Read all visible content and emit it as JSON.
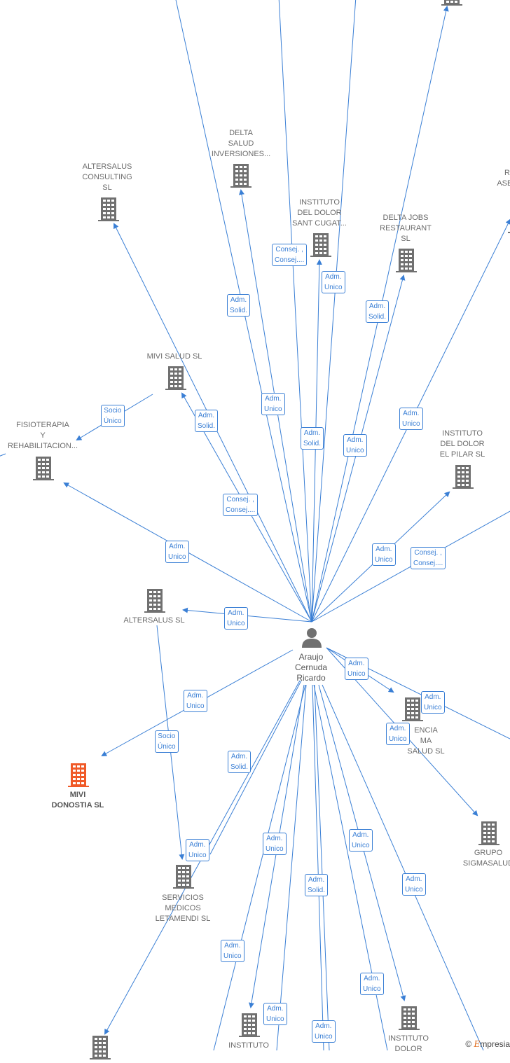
{
  "center": {
    "name": "Araujo\nCernuda\nRicardo"
  },
  "colors": {
    "edge": "#3a7fd5",
    "company": "#707070",
    "highlight": "#f05a28"
  },
  "nodes": [
    {
      "id": "delta-salud",
      "label": "DELTA\nSALUD\nINVERSIONES..."
    },
    {
      "id": "altersalus-consulting",
      "label": "ALTERSALUS\nCONSULTING\nSL"
    },
    {
      "id": "instituto-sant-cugat",
      "label": "INSTITUTO\nDEL DOLOR\nSANT CUGAT..."
    },
    {
      "id": "delta-jobs",
      "label": "DELTA JOBS\nRESTAURANT\nSL"
    },
    {
      "id": "r-ases",
      "label": "R\nASES"
    },
    {
      "id": "mivi-salud",
      "label": "MIVI SALUD  SL"
    },
    {
      "id": "fisioterapia",
      "label": "FISIOTERAPIA\nY\nREHABILITACION..."
    },
    {
      "id": "instituto-pilar",
      "label": "INSTITUTO\nDEL DOLOR\nEL PILAR  SL"
    },
    {
      "id": "altersalus-sl",
      "label": "ALTERSALUS SL"
    },
    {
      "id": "mivi-donostia",
      "label": "MIVI\nDONOSTIA  SL"
    },
    {
      "id": "encia-salud",
      "label": "ENCIA\nMA\nSALUD SL"
    },
    {
      "id": "grupo-sigmasalud",
      "label": "GRUPO\nSIGMASALUD"
    },
    {
      "id": "servicios-medicos",
      "label": "SERVICIOS\nMEDICOS\nLETAMENDI SL"
    },
    {
      "id": "instituto-bottom-left",
      "label": "INSTITUTO"
    },
    {
      "id": "instituto-bottom-right",
      "label": "INSTITUTO\nDOLOR"
    },
    {
      "id": "top-right",
      "label": ""
    },
    {
      "id": "bottom-far-left",
      "label": ""
    }
  ],
  "edge_labels": [
    {
      "id": "e1",
      "l1": "Consej. ,",
      "l2": "Consej...."
    },
    {
      "id": "e2",
      "l1": "Adm.",
      "l2": "Unico"
    },
    {
      "id": "e3",
      "l1": "Adm.",
      "l2": "Solid."
    },
    {
      "id": "e4",
      "l1": "Adm.",
      "l2": "Solid."
    },
    {
      "id": "e5",
      "l1": "Socio",
      "l2": "Único"
    },
    {
      "id": "e6",
      "l1": "Adm.",
      "l2": "Solid."
    },
    {
      "id": "e7",
      "l1": "Adm.",
      "l2": "Unico"
    },
    {
      "id": "e8",
      "l1": "Adm.",
      "l2": "Solid."
    },
    {
      "id": "e9",
      "l1": "Adm.",
      "l2": "Unico"
    },
    {
      "id": "e10",
      "l1": "Adm.",
      "l2": "Unico"
    },
    {
      "id": "e11",
      "l1": "Consej. ,",
      "l2": "Consej...."
    },
    {
      "id": "e12",
      "l1": "Adm.",
      "l2": "Unico"
    },
    {
      "id": "e13",
      "l1": "Adm.",
      "l2": "Unico"
    },
    {
      "id": "e14",
      "l1": "Consej. ,",
      "l2": "Consej...."
    },
    {
      "id": "e15",
      "l1": "Adm.",
      "l2": "Unico"
    },
    {
      "id": "e16",
      "l1": "Adm.",
      "l2": "Unico"
    },
    {
      "id": "e17",
      "l1": "Adm.",
      "l2": "Unico"
    },
    {
      "id": "e18",
      "l1": "Adm.",
      "l2": "Unico"
    },
    {
      "id": "e19",
      "l1": "Adm.",
      "l2": "Unico"
    },
    {
      "id": "e20",
      "l1": "Socio",
      "l2": "Único"
    },
    {
      "id": "e21",
      "l1": "Adm.",
      "l2": "Solid."
    },
    {
      "id": "e22",
      "l1": "Adm.",
      "l2": "Unico"
    },
    {
      "id": "e23",
      "l1": "Adm.",
      "l2": "Unico"
    },
    {
      "id": "e24",
      "l1": "Adm.",
      "l2": "Unico"
    },
    {
      "id": "e25",
      "l1": "Adm.",
      "l2": "Solid."
    },
    {
      "id": "e26",
      "l1": "Adm.",
      "l2": "Unico"
    },
    {
      "id": "e27",
      "l1": "Adm.",
      "l2": "Unico"
    },
    {
      "id": "e28",
      "l1": "Adm.",
      "l2": "Unico"
    },
    {
      "id": "e29",
      "l1": "Adm.",
      "l2": "Unico"
    },
    {
      "id": "e30",
      "l1": "Adm.",
      "l2": "Unico"
    }
  ],
  "watermark": {
    "symbol": "©",
    "brand_initial": "E",
    "brand_rest": "mpresia"
  }
}
